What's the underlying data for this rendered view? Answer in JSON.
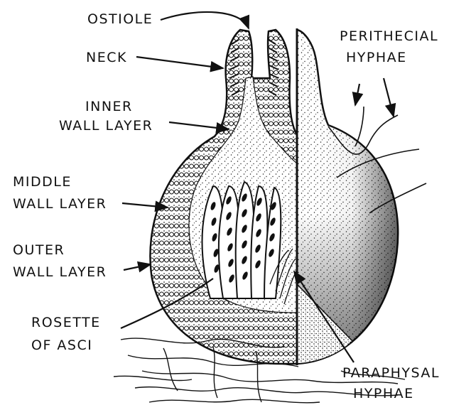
{
  "labels": {
    "ostiole": "OSTIOLE",
    "neck": "NECK",
    "inner_wall_1": "INNER",
    "inner_wall_2": "WALL LAYER",
    "middle_wall_1": "MIDDLE",
    "middle_wall_2": "WALL LAYER",
    "outer_wall_1": "OUTER",
    "outer_wall_2": "WALL LAYER",
    "rosette_1": "ROSETTE",
    "rosette_2": "OF ASCI",
    "perithecial_1": "PERITHECIAL",
    "perithecial_2": "HYPHAE",
    "paraphysal_1": "PARAPHYSAL",
    "paraphysal_2": "HYPHAE"
  }
}
